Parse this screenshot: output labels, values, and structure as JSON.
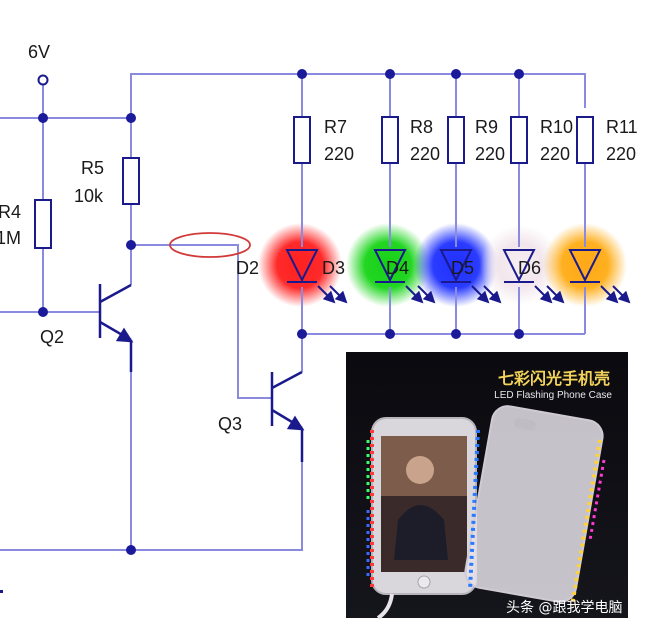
{
  "supply": {
    "label": "6V"
  },
  "resistors": [
    {
      "id": "R4",
      "name": "R4",
      "value": "1M"
    },
    {
      "id": "R5",
      "name": "R5",
      "value": "10k"
    },
    {
      "id": "R7",
      "name": "R7",
      "value": "220"
    },
    {
      "id": "R8",
      "name": "R8",
      "value": "220"
    },
    {
      "id": "R9",
      "name": "R9",
      "value": "220"
    },
    {
      "id": "R10",
      "name": "R10",
      "value": "220"
    },
    {
      "id": "R11",
      "name": "R11",
      "value": "220"
    }
  ],
  "leds": [
    {
      "name": "D2",
      "glow": "#ff1f1f"
    },
    {
      "name": "D3",
      "glow": "#22d622"
    },
    {
      "name": "D4",
      "glow": "#2a3cff"
    },
    {
      "name": "D5",
      "glow": "#f4ecf0"
    },
    {
      "name": "D6",
      "glow": "#ffb020"
    }
  ],
  "transistors": [
    {
      "name": "Q2"
    },
    {
      "name": "Q3"
    }
  ],
  "photo": {
    "title": "七彩闪光手机壳",
    "subtitle": "LED Flashing Phone Case"
  },
  "watermark": "头条 @跟我学电脑",
  "colors": {
    "wire": "#8a8ae0",
    "component": "#1a1a8c",
    "node": "#1a1a9a",
    "highlight": "#d23a3a"
  }
}
